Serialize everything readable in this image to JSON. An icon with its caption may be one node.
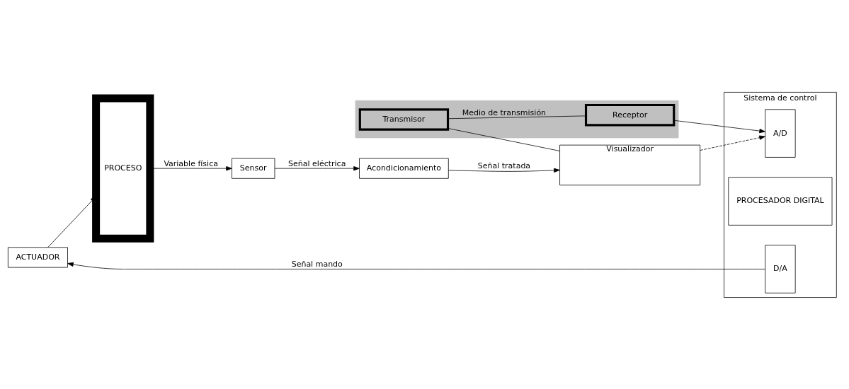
{
  "diagram": {
    "nodes": [
      {
        "text": [
          "PROCESO"
        ]
      },
      {
        "text": [
          "Sensor"
        ]
      },
      {
        "text": [
          "Acondicionamiento"
        ]
      },
      {
        "text": [
          "Visualizador"
        ]
      },
      {
        "text": [],
        "shape": "box"
      },
      {
        "text": [
          "Transmisor"
        ],
        "in": 4
      },
      {
        "text": [
          "Receptor"
        ],
        "in": 4
      },
      {
        "text": [
          "Sistema de control"
        ]
      },
      {
        "text": [
          "D/A"
        ],
        "in": 7
      },
      {
        "text": [
          "PROCESADOR DIGITAL"
        ],
        "in": 7
      },
      {
        "text": [
          "A/D"
        ],
        "in": 7
      },
      {
        "text": [
          "ACTUADOR"
        ]
      }
    ],
    "edges": [
      {
        "from": 0,
        "to": 1,
        "arrow": "to",
        "label": "Variable física"
      },
      {
        "from": 1,
        "to": 2,
        "arrow": "to",
        "label": "Señal eléctrica"
      },
      {
        "from": 2,
        "to": 3,
        "arrow": "to",
        "label": "Señal tratada"
      },
      {
        "from": 3,
        "to": 5,
        "arrow": "none"
      },
      {
        "from": 3,
        "to": 10,
        "arrow": "to",
        "style": "dashed"
      },
      {
        "from": 5,
        "to": 6,
        "arrow": "none",
        "label": "Medio de transmisión"
      },
      {
        "from": 6,
        "to": 10,
        "arrow": "to"
      },
      {
        "from": 8,
        "to": 11,
        "arrow": "to",
        "label": "Señal mando"
      },
      {
        "from": 11,
        "to": 0,
        "arrow": "to"
      }
    ]
  }
}
